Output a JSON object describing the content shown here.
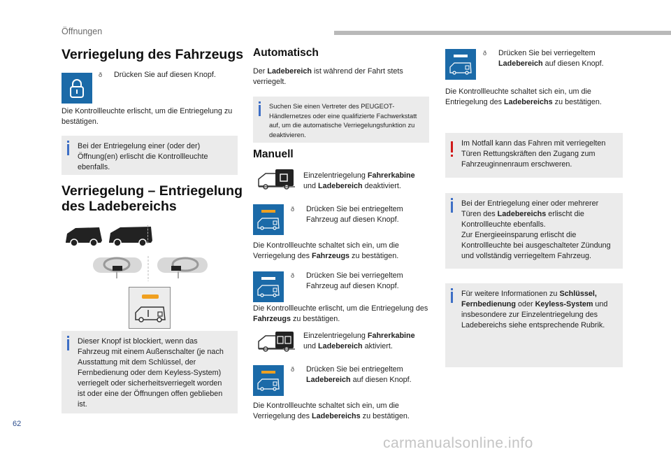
{
  "header": {
    "section": "Öffnungen"
  },
  "page_number": "62",
  "watermark": "carmanualsonline.info",
  "colors": {
    "button_blue": "#1b6aa8",
    "indicator_orange": "#f0a020",
    "info_bar": "#3e6fc6",
    "warning_bar": "#d01a1a",
    "box_bg": "#ebebeb"
  },
  "left": {
    "title1": "Verriegelung des Fahrzeugs",
    "press_button": "Drücken Sie auf diesen Knopf.",
    "indicator_on": "Die Kontrollleuchte erlischt, um die Entriegelung zu bestätigen.",
    "info1": "Bei der Entriegelung einer (oder der) Öffnung(en) erlischt die Kontrollleuchte ebenfalls.",
    "title2_line1": "Verriegelung – Entriegelung",
    "title2_line2": "des Ladebereichs",
    "info2": "Dieser Knopf ist blockiert, wenn das Fahrzeug mit einem Außenschalter (je nach Ausstattung mit dem Schlüssel, der Fernbedienung oder dem Keyless-System) verriegelt oder sicherheitsverriegelt worden ist oder eine der Öffnungen offen geblieben ist."
  },
  "middle": {
    "title_auto": "Automatisch",
    "auto_pre": "Der ",
    "auto_bold": "Ladebereich",
    "auto_post": " ist während der Fahrt stets verriegelt.",
    "auto_info": "Suchen Sie einen Vertreter des PEUGEOT-Händlernetzes oder eine qualifizierte Fachwerkstatt auf, um die automatische Verriegelungsfunktion zu deaktivieren.",
    "title_manual": "Manuell",
    "single_pre": "Einzelentriegelung ",
    "single_bold1": "Fahrerkabine",
    "single_mid": "und ",
    "single_bold2": "Ladebereich",
    "single_deact": " deaktiviert.",
    "single_act": " aktiviert.",
    "press_unlocked_vehicle": "Drücken Sie bei entriegeltem Fahrzeug auf diesen Knopf.",
    "on_lock_pre": "Die Kontrollleuchte schaltet sich ein, um die Verriegelung des ",
    "fahrzeugs": "Fahrzeugs",
    "confirm_suffix": " zu bestätigen.",
    "press_locked_vehicle": "Drücken Sie bei verriegeltem Fahrzeug auf diesen Knopf.",
    "off_unlock_pre": "Die Kontrollleuchte erlischt, um die Entriegelung des ",
    "press_unlocked_cargo_pre": "Drücken Sie bei entriegeltem ",
    "ladebereich": "Ladebereich",
    "press_cargo_suffix": " auf diesen Knopf.",
    "on_cargo_pre": "Die Kontrollleuchte schaltet sich ein, um die Verriegelung des ",
    "ladebereichs": "Ladebereichs"
  },
  "right": {
    "press_locked_cargo_pre": "Drücken Sie bei verriegeltem ",
    "ladebereich": "Ladebereich",
    "press_suffix": " auf diesen Knopf.",
    "on_pre": "Die Kontrollleuchte schaltet sich ein, um die Entriegelung des ",
    "ladebereichs": "Ladebereichs",
    "confirm_suffix": " zu bestätigen.",
    "warning": "Im Notfall kann das Fahren mit verriegelten Türen Rettungskräften den Zugang zum Fahrzeuginnenraum erschweren.",
    "info1_pre": "Bei der Entriegelung einer oder mehrerer Türen des ",
    "info1_post": " erlischt die Kontrollleuchte ebenfalls.",
    "info1_line2": "Zur Energieeinsparung erlischt die Kontrollleuchte bei ausgeschalteter Zündung und vollständig verriegeltem Fahrzeug.",
    "info2_pre": "Für weitere Informationen zu ",
    "info2_b1": "Schlüssel, Fernbedienung",
    "info2_oder": " oder ",
    "info2_b2": "Keyless-System",
    "info2_post": " und insbesondere zur Einzelentriegelung des Ladebereichs siehe entsprechende Rubrik."
  }
}
